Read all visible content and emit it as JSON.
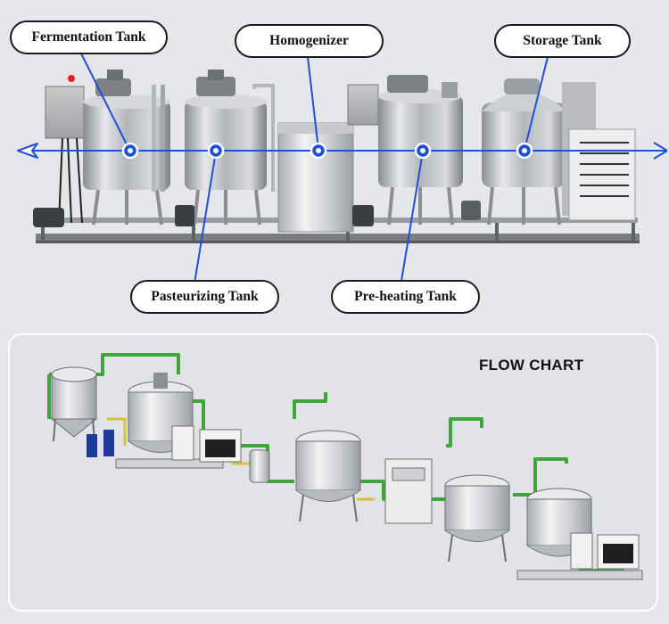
{
  "top_section": {
    "callouts": {
      "fermentation": "Fermentation Tank",
      "homogenizer": "Homogenizer",
      "storage": "Storage Tank",
      "pasteurizing": "Pasteurizing Tank",
      "preheating": "Pre-heating Tank"
    },
    "flow_direction": "right-to-left",
    "accent_color": "#1e50d8"
  },
  "bottom_section": {
    "title": "FLOW CHART",
    "pipe_color": "#3fa43a"
  }
}
